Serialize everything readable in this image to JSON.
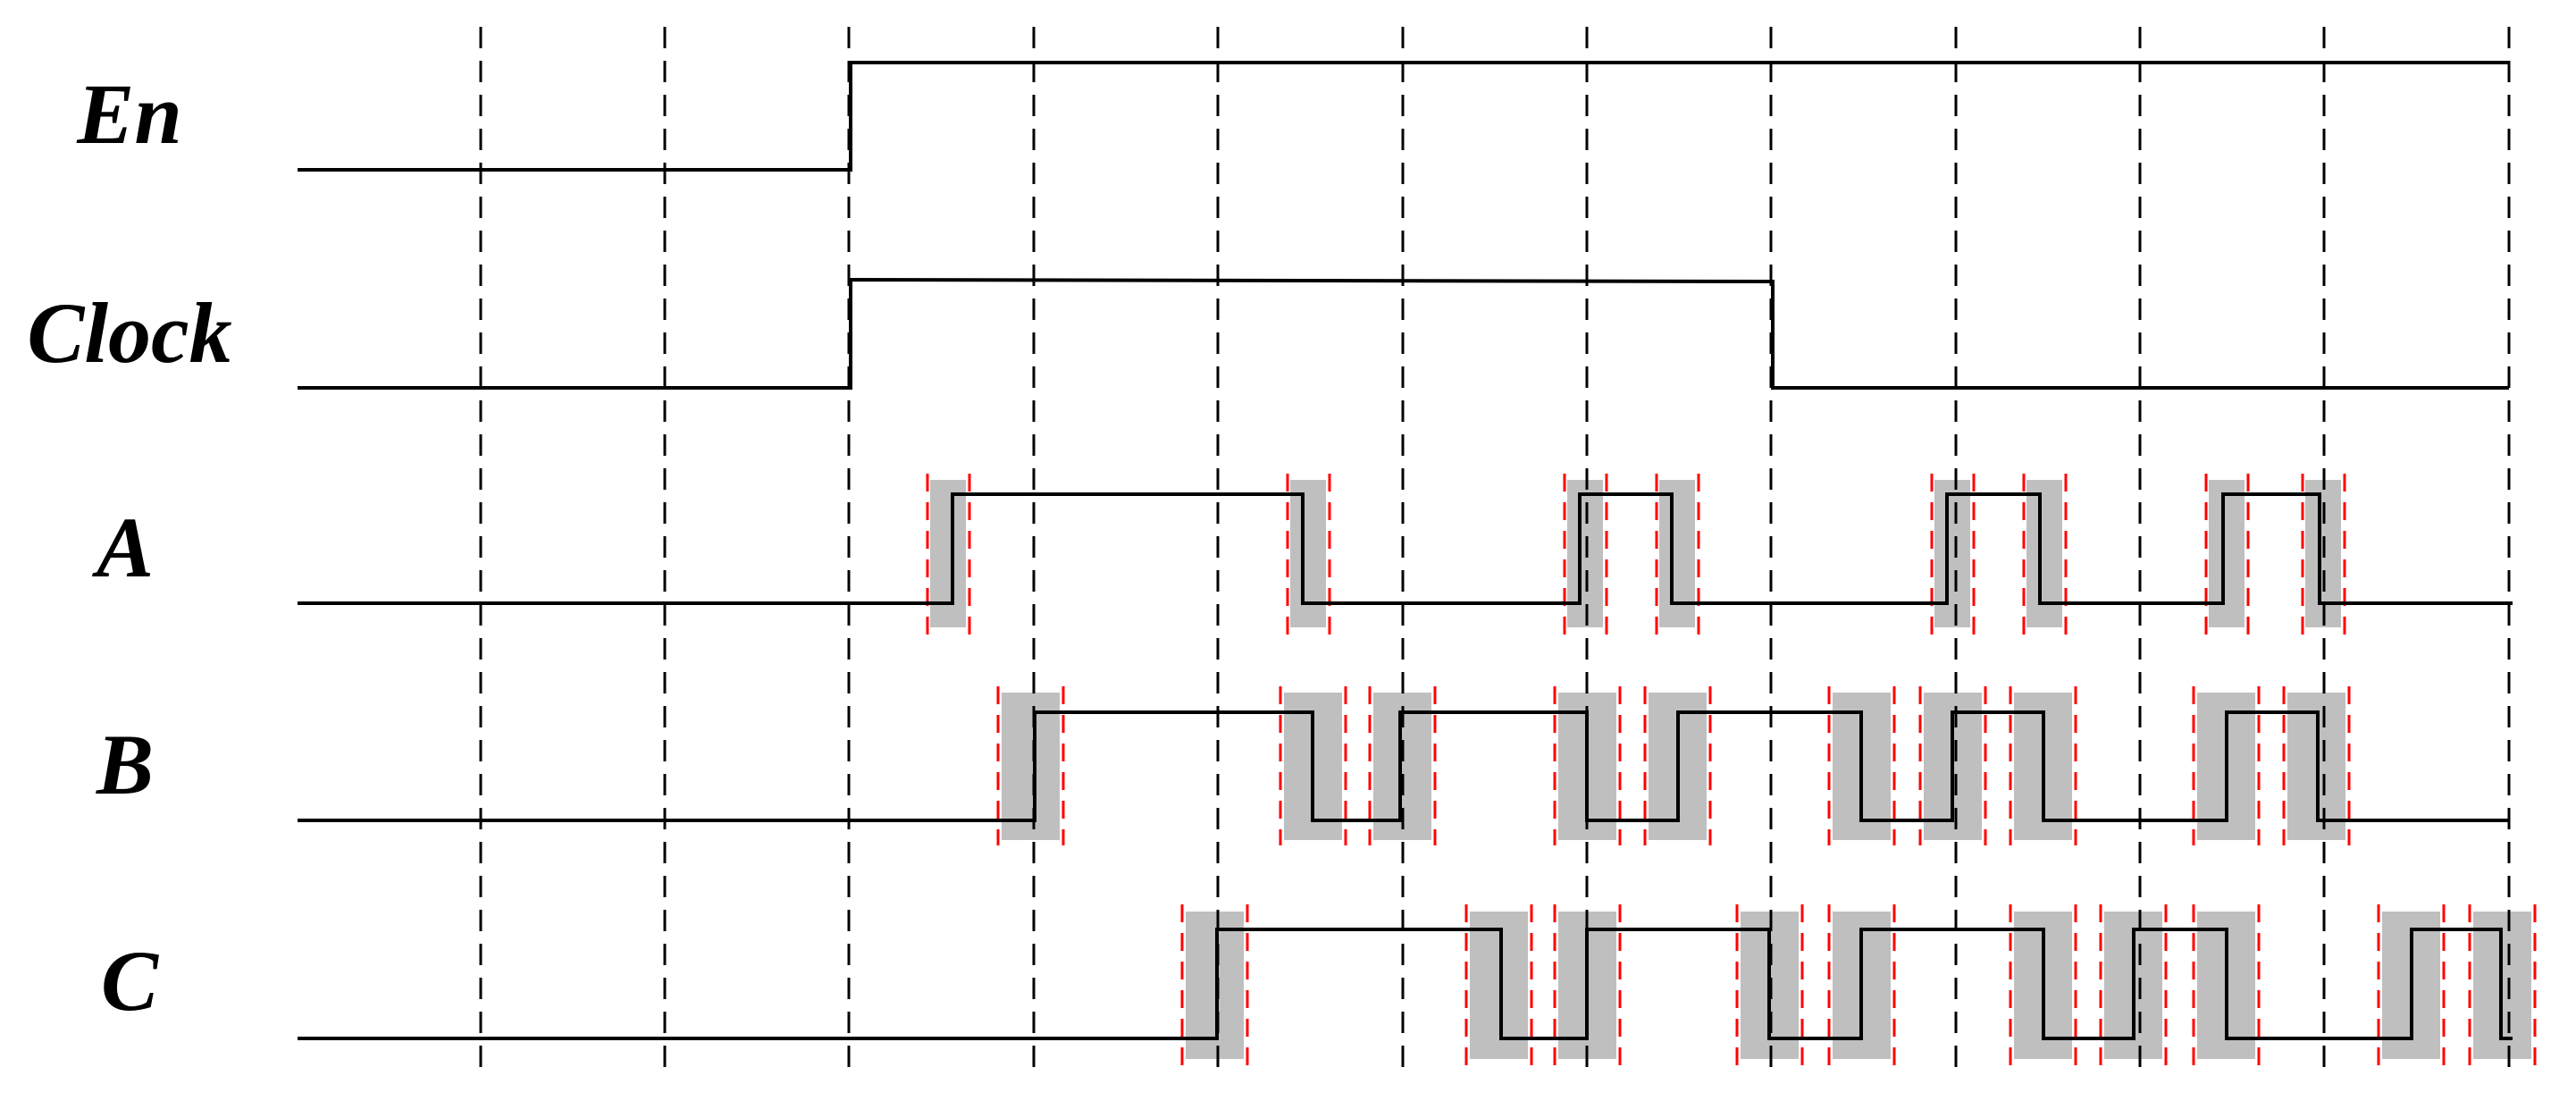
{
  "diagram": {
    "title": "",
    "signals": [
      {
        "label": "En"
      },
      {
        "label": "Clock"
      },
      {
        "label": "A"
      },
      {
        "label": "B"
      },
      {
        "label": "C"
      }
    ],
    "colors": {
      "signal_line": "#000000",
      "grid_line": "#000000",
      "transition_band": "#bfbfbf",
      "transition_marker": "#ff0000"
    }
  }
}
